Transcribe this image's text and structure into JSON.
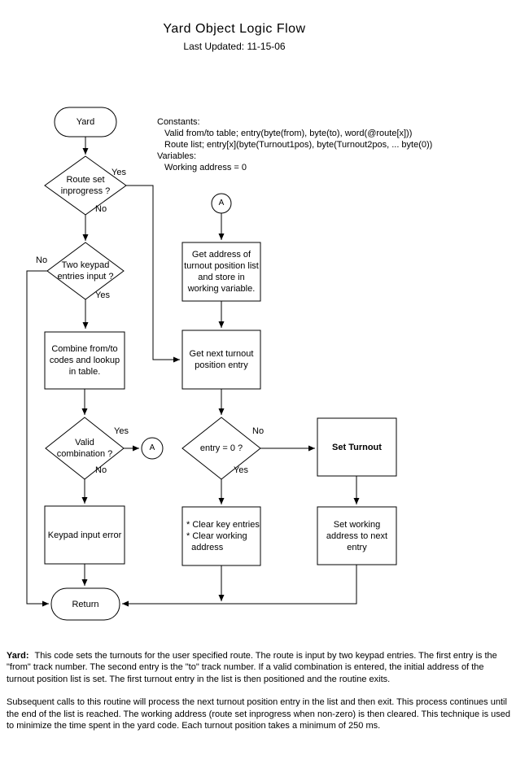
{
  "header": {
    "title": "Yard Object Logic Flow",
    "subtitle": "Last Updated: 11-15-06"
  },
  "notes": {
    "constants_label": "Constants:",
    "constant1": "Valid from/to table; entry(byte(from), byte(to), word(@route[x]))",
    "constant2": "Route list; entry[x](byte(Turnout1pos), byte(Turnout2pos, ... byte(0))",
    "variables_label": "Variables:",
    "variable1": "Working address = 0"
  },
  "nodes": {
    "yard": "Yard",
    "route_set": "Route set\ninprogress ?",
    "two_keypad": "Two keypad\nentries input ?",
    "combine": "Combine from/to\ncodes and lookup\nin table.",
    "valid_combination": "Valid\ncombination ?",
    "keypad_error": "Keypad input error",
    "return": "Return",
    "connector_a_mid": "A",
    "connector_a_top": "A",
    "get_address": "Get address of\nturnout position list\nand store in\nworking variable.",
    "get_next": "Get next turnout\nposition entry",
    "entry_zero": "entry = 0 ?",
    "set_turnout": "Set Turnout",
    "clear": "* Clear key entries\n* Clear working\n  address",
    "set_working": "Set working\naddress to next\nentry"
  },
  "edge_labels": {
    "route_set_yes": "Yes",
    "route_set_no": "No",
    "two_keypad_no": "No",
    "two_keypad_yes": "Yes",
    "valid_yes": "Yes",
    "valid_no": "No",
    "entry_zero_no": "No",
    "entry_zero_yes": "Yes"
  },
  "footer": {
    "p1_label": "Yard:",
    "p1_text": "This code sets the turnouts for the user specified route. The route is input by two keypad entries. The first entry is the \"from\" track number. The second entry is the \"to\" track number. If a valid combination is entered, the initial address of the turnout position list is set. The first turnout entry in the list is then positioned and the routine exits.",
    "p2_text": "Subsequent calls to this routine will process the next turnout position entry in the list and then exit. This process continues until the end of the list is reached. The working address (route set inprogress when non-zero) is then cleared. This technique is used to minimize the time spent in the yard code. Each turnout position takes a minimum of 250 ms."
  }
}
